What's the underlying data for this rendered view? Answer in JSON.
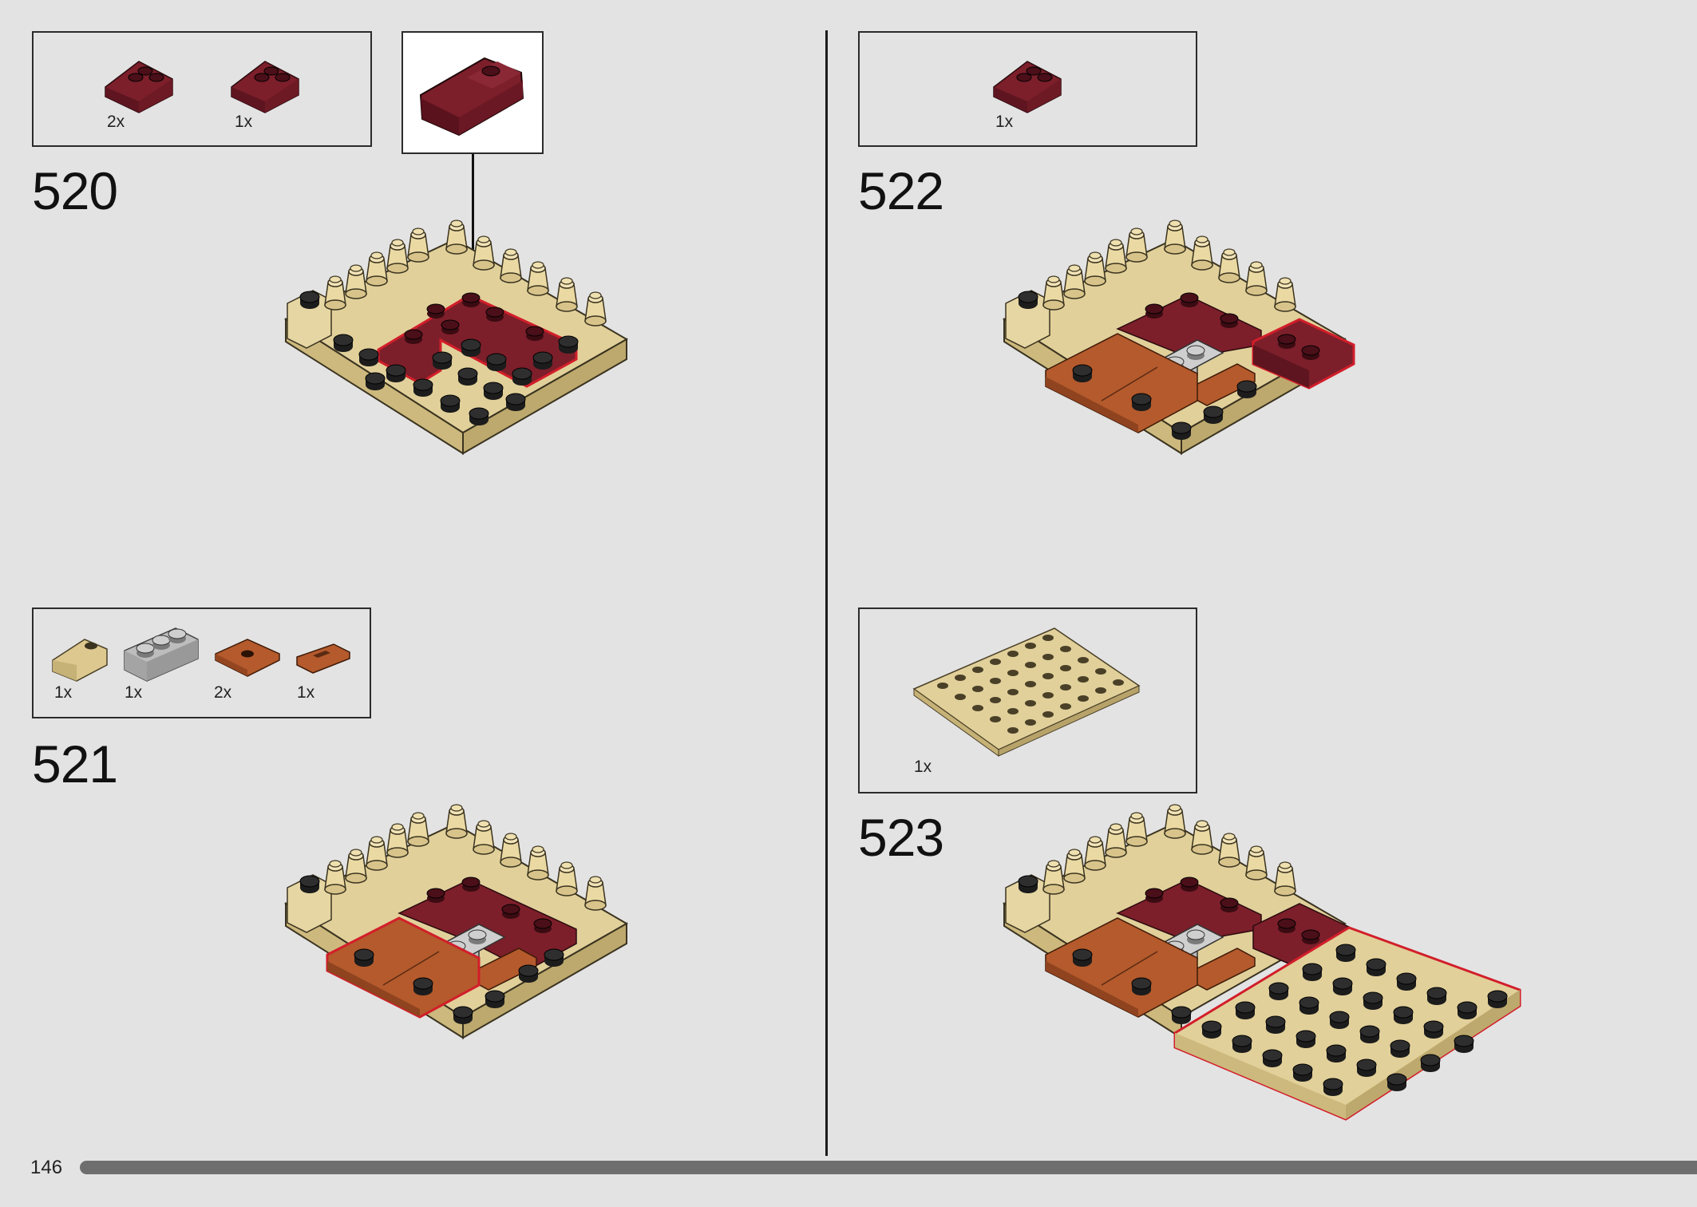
{
  "page": {
    "number": "146"
  },
  "colors": {
    "dark_red": "#7c1f2a",
    "tan": "#dccb92",
    "light_gray": "#b9b9b9",
    "reddish_brown": "#b45a2c",
    "highlight": "#d21e2a",
    "background": "#e3e3e3"
  },
  "steps": [
    {
      "number": "520",
      "parts": [
        {
          "icon": "dark-red-corner-slope-icon",
          "qty": "2x"
        },
        {
          "icon": "dark-red-corner-slope-icon",
          "qty": "1x"
        }
      ],
      "callout": "dark-red-slope-brick-icon"
    },
    {
      "number": "521",
      "parts": [
        {
          "icon": "tan-slope-icon",
          "qty": "1x"
        },
        {
          "icon": "light-gray-brick-icon",
          "qty": "1x"
        },
        {
          "icon": "reddish-brown-jumper-plate-icon",
          "qty": "2x"
        },
        {
          "icon": "reddish-brown-tile-icon",
          "qty": "1x"
        }
      ]
    },
    {
      "number": "522",
      "parts": [
        {
          "icon": "dark-red-corner-slope-icon",
          "qty": "1x"
        }
      ]
    },
    {
      "number": "523",
      "parts": [
        {
          "icon": "tan-plate-icon",
          "qty": "1x"
        }
      ]
    }
  ]
}
